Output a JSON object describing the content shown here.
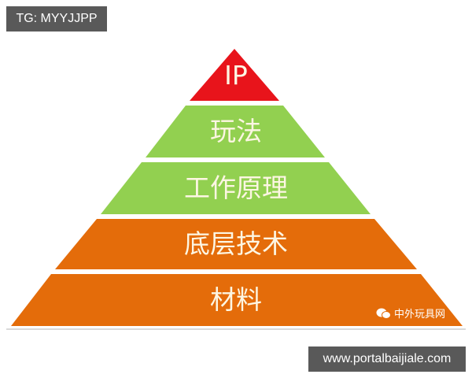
{
  "tag_label": "TG: MYYJJPP",
  "url_label": "www.portalbaijiale.com",
  "pyramid": {
    "layers": [
      {
        "label": "IP",
        "color": "#e8141b"
      },
      {
        "label": "玩法",
        "color": "#92d050"
      },
      {
        "label": "工作原理",
        "color": "#92d050"
      },
      {
        "label": "底层技术",
        "color": "#e46c0a"
      },
      {
        "label": "材料",
        "color": "#e46c0a"
      }
    ]
  },
  "watermark": {
    "icon": "wechat-icon",
    "text": "中外玩具网"
  }
}
